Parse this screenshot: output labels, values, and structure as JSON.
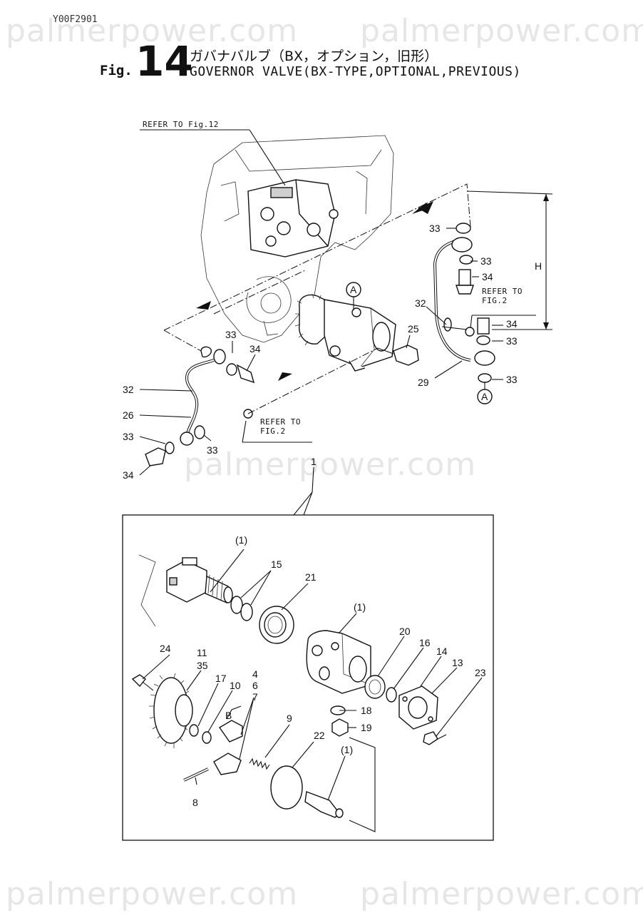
{
  "document": {
    "code": "Y00F2901",
    "fig_prefix": "Fig.",
    "fig_number": "14",
    "title_jp": "ガバナバルブ（BX，オプション，旧形）",
    "title_en": "GOVERNOR VALVE(BX-TYPE,OPTIONAL,PREVIOUS)"
  },
  "watermark": {
    "text": "palmerpower.com"
  },
  "references": {
    "fig12": "REFER TO Fig.12",
    "fig2_line1": "REFER TO",
    "fig2_line2": "FIG.2"
  },
  "markers": {
    "a": "A",
    "b": "B",
    "h": "H"
  },
  "part_numbers": {
    "p1": "1",
    "p1_sub": "(1)",
    "p4": "4",
    "p6": "6",
    "p7": "7",
    "p8": "8",
    "p9": "9",
    "p10": "10",
    "p11": "11",
    "p13": "13",
    "p14": "14",
    "p15": "15",
    "p16": "16",
    "p17": "17",
    "p18": "18",
    "p19": "19",
    "p20": "20",
    "p21": "21",
    "p22": "22",
    "p23": "23",
    "p24": "24",
    "p25": "25",
    "p26": "26",
    "p29": "29",
    "p32": "32",
    "p33": "33",
    "p34": "34",
    "p35": "35"
  }
}
